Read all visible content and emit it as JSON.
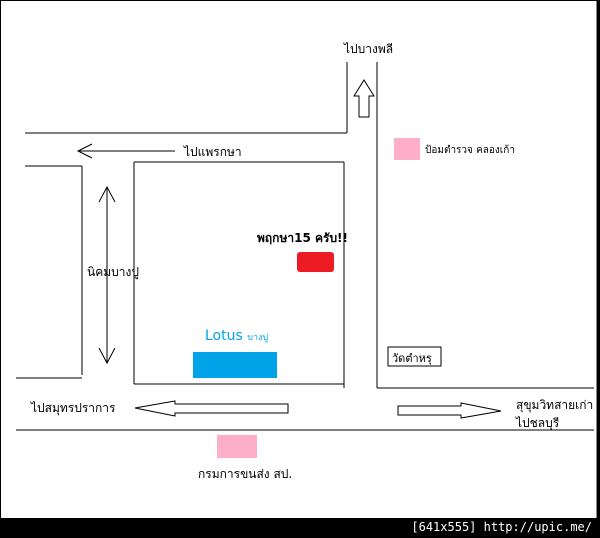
{
  "map": {
    "labels": {
      "bang_phli": "ไปบางพลี",
      "phraeksa": "ไปแพรกษา",
      "police_box": "ป้อมตำรวจ คลองเก้า",
      "meeting_point": "พฤกษา15 ครับ!!",
      "industrial_estate": "นิคมบางปู",
      "lotus_brand": "Lotus",
      "lotus_branch": "บางปู",
      "temple": "วัดตำหรุ",
      "samut_prakan": "ไปสมุทรปราการ",
      "sukhumvit_line1": "สุขุมวิทสายเก่า",
      "sukhumvit_line2": "ไปชลบุรี",
      "transport_office": "กรมการขนส่ง สป."
    },
    "colors": {
      "lotus_blue": "#00a2e8",
      "marker_red": "#ed1c24",
      "landmark_pink": "#ffaec9",
      "ink": "#000000"
    }
  },
  "footer": {
    "text": "[641x555] http://upic.me/"
  }
}
